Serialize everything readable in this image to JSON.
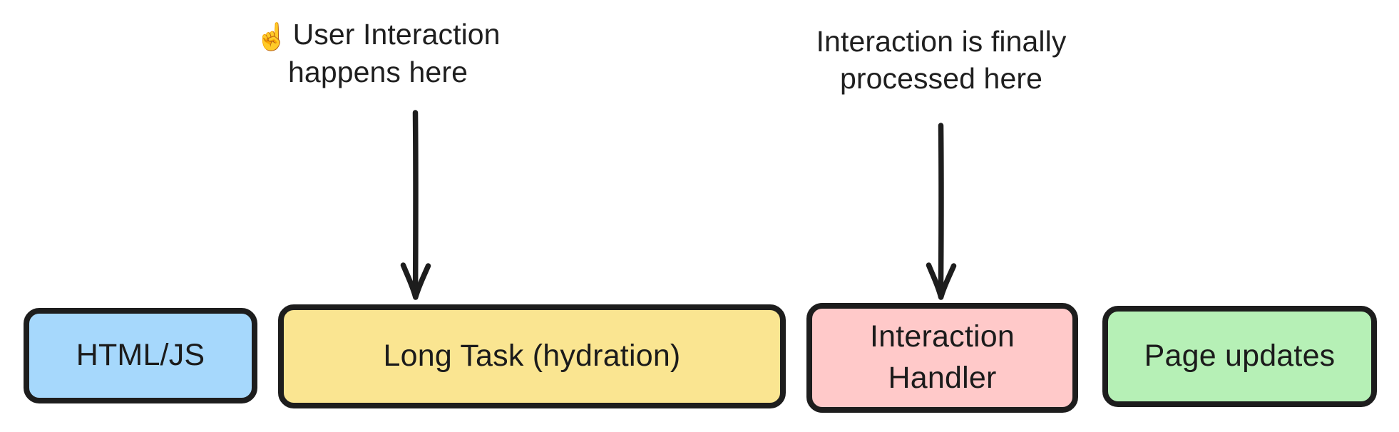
{
  "diagram": {
    "type": "timeline-flow",
    "background_color": "#ffffff",
    "annotations": [
      {
        "id": "user-interaction",
        "emoji": "☝️",
        "emoji_name": "pointing-up-finger-icon",
        "line1": "User Interaction",
        "line2": "happens here",
        "arrow_target": "Long Task (hydration)"
      },
      {
        "id": "processed",
        "line1": "Interaction is finally",
        "line2": "processed here",
        "arrow_target": "Interaction Handler"
      }
    ],
    "arrow_color": "#1d1d1d",
    "nodes": [
      {
        "id": "html-js",
        "label": "HTML/JS",
        "line1": "HTML/JS",
        "line2": "",
        "fill": "#a6d8fc",
        "stroke": "#1d1d1d"
      },
      {
        "id": "long-task",
        "label": "Long Task (hydration)",
        "line1": "Long Task (hydration)",
        "line2": "",
        "fill": "#fae591",
        "stroke": "#1d1d1d"
      },
      {
        "id": "interaction-handler",
        "label": "Interaction Handler",
        "line1": "Interaction",
        "line2": "Handler",
        "fill": "#ffc9c9",
        "stroke": "#1d1d1d"
      },
      {
        "id": "page-updates",
        "label": "Page updates",
        "line1": "Page updates",
        "line2": "",
        "fill": "#b6f0b6",
        "stroke": "#1d1d1d"
      }
    ]
  }
}
